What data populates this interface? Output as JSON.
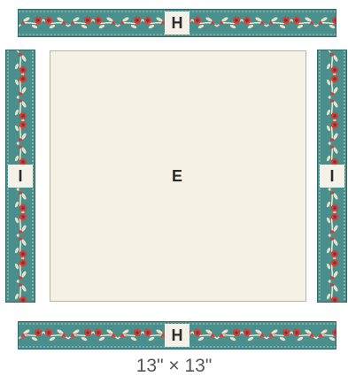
{
  "strips": {
    "top": {
      "label": "H"
    },
    "bottom": {
      "label": "H"
    },
    "left": {
      "label": "I"
    },
    "right": {
      "label": "I"
    },
    "pattern": {
      "background": "#4a8f8c",
      "vine": "#eae0c8",
      "flower": "#c8463f",
      "flower_dark": "#8f2c2a"
    }
  },
  "center": {
    "label": "E",
    "color": "#f5f1e4"
  },
  "caption": "13\" × 13\""
}
